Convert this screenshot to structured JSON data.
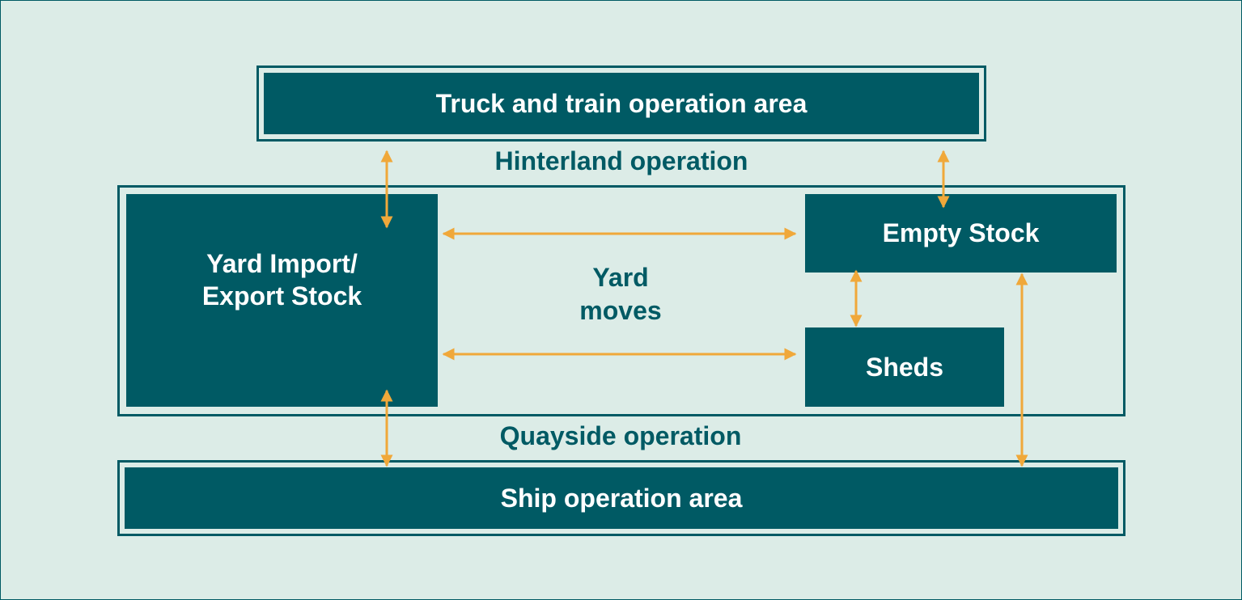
{
  "colors": {
    "background": "#dcece7",
    "box": "#005a64",
    "box_text": "#ffffff",
    "arrow": "#f0a83a"
  },
  "boxes": {
    "truck_train": "Truck and train operation area",
    "yard_import_export_line1": "Yard Import/",
    "yard_import_export_line2": "Export Stock",
    "empty_stock": "Empty Stock",
    "sheds": "Sheds",
    "ship": "Ship operation area"
  },
  "labels": {
    "hinterland": "Hinterland operation",
    "yard_moves_line1": "Yard",
    "yard_moves_line2": "moves",
    "quayside": "Quayside operation"
  }
}
